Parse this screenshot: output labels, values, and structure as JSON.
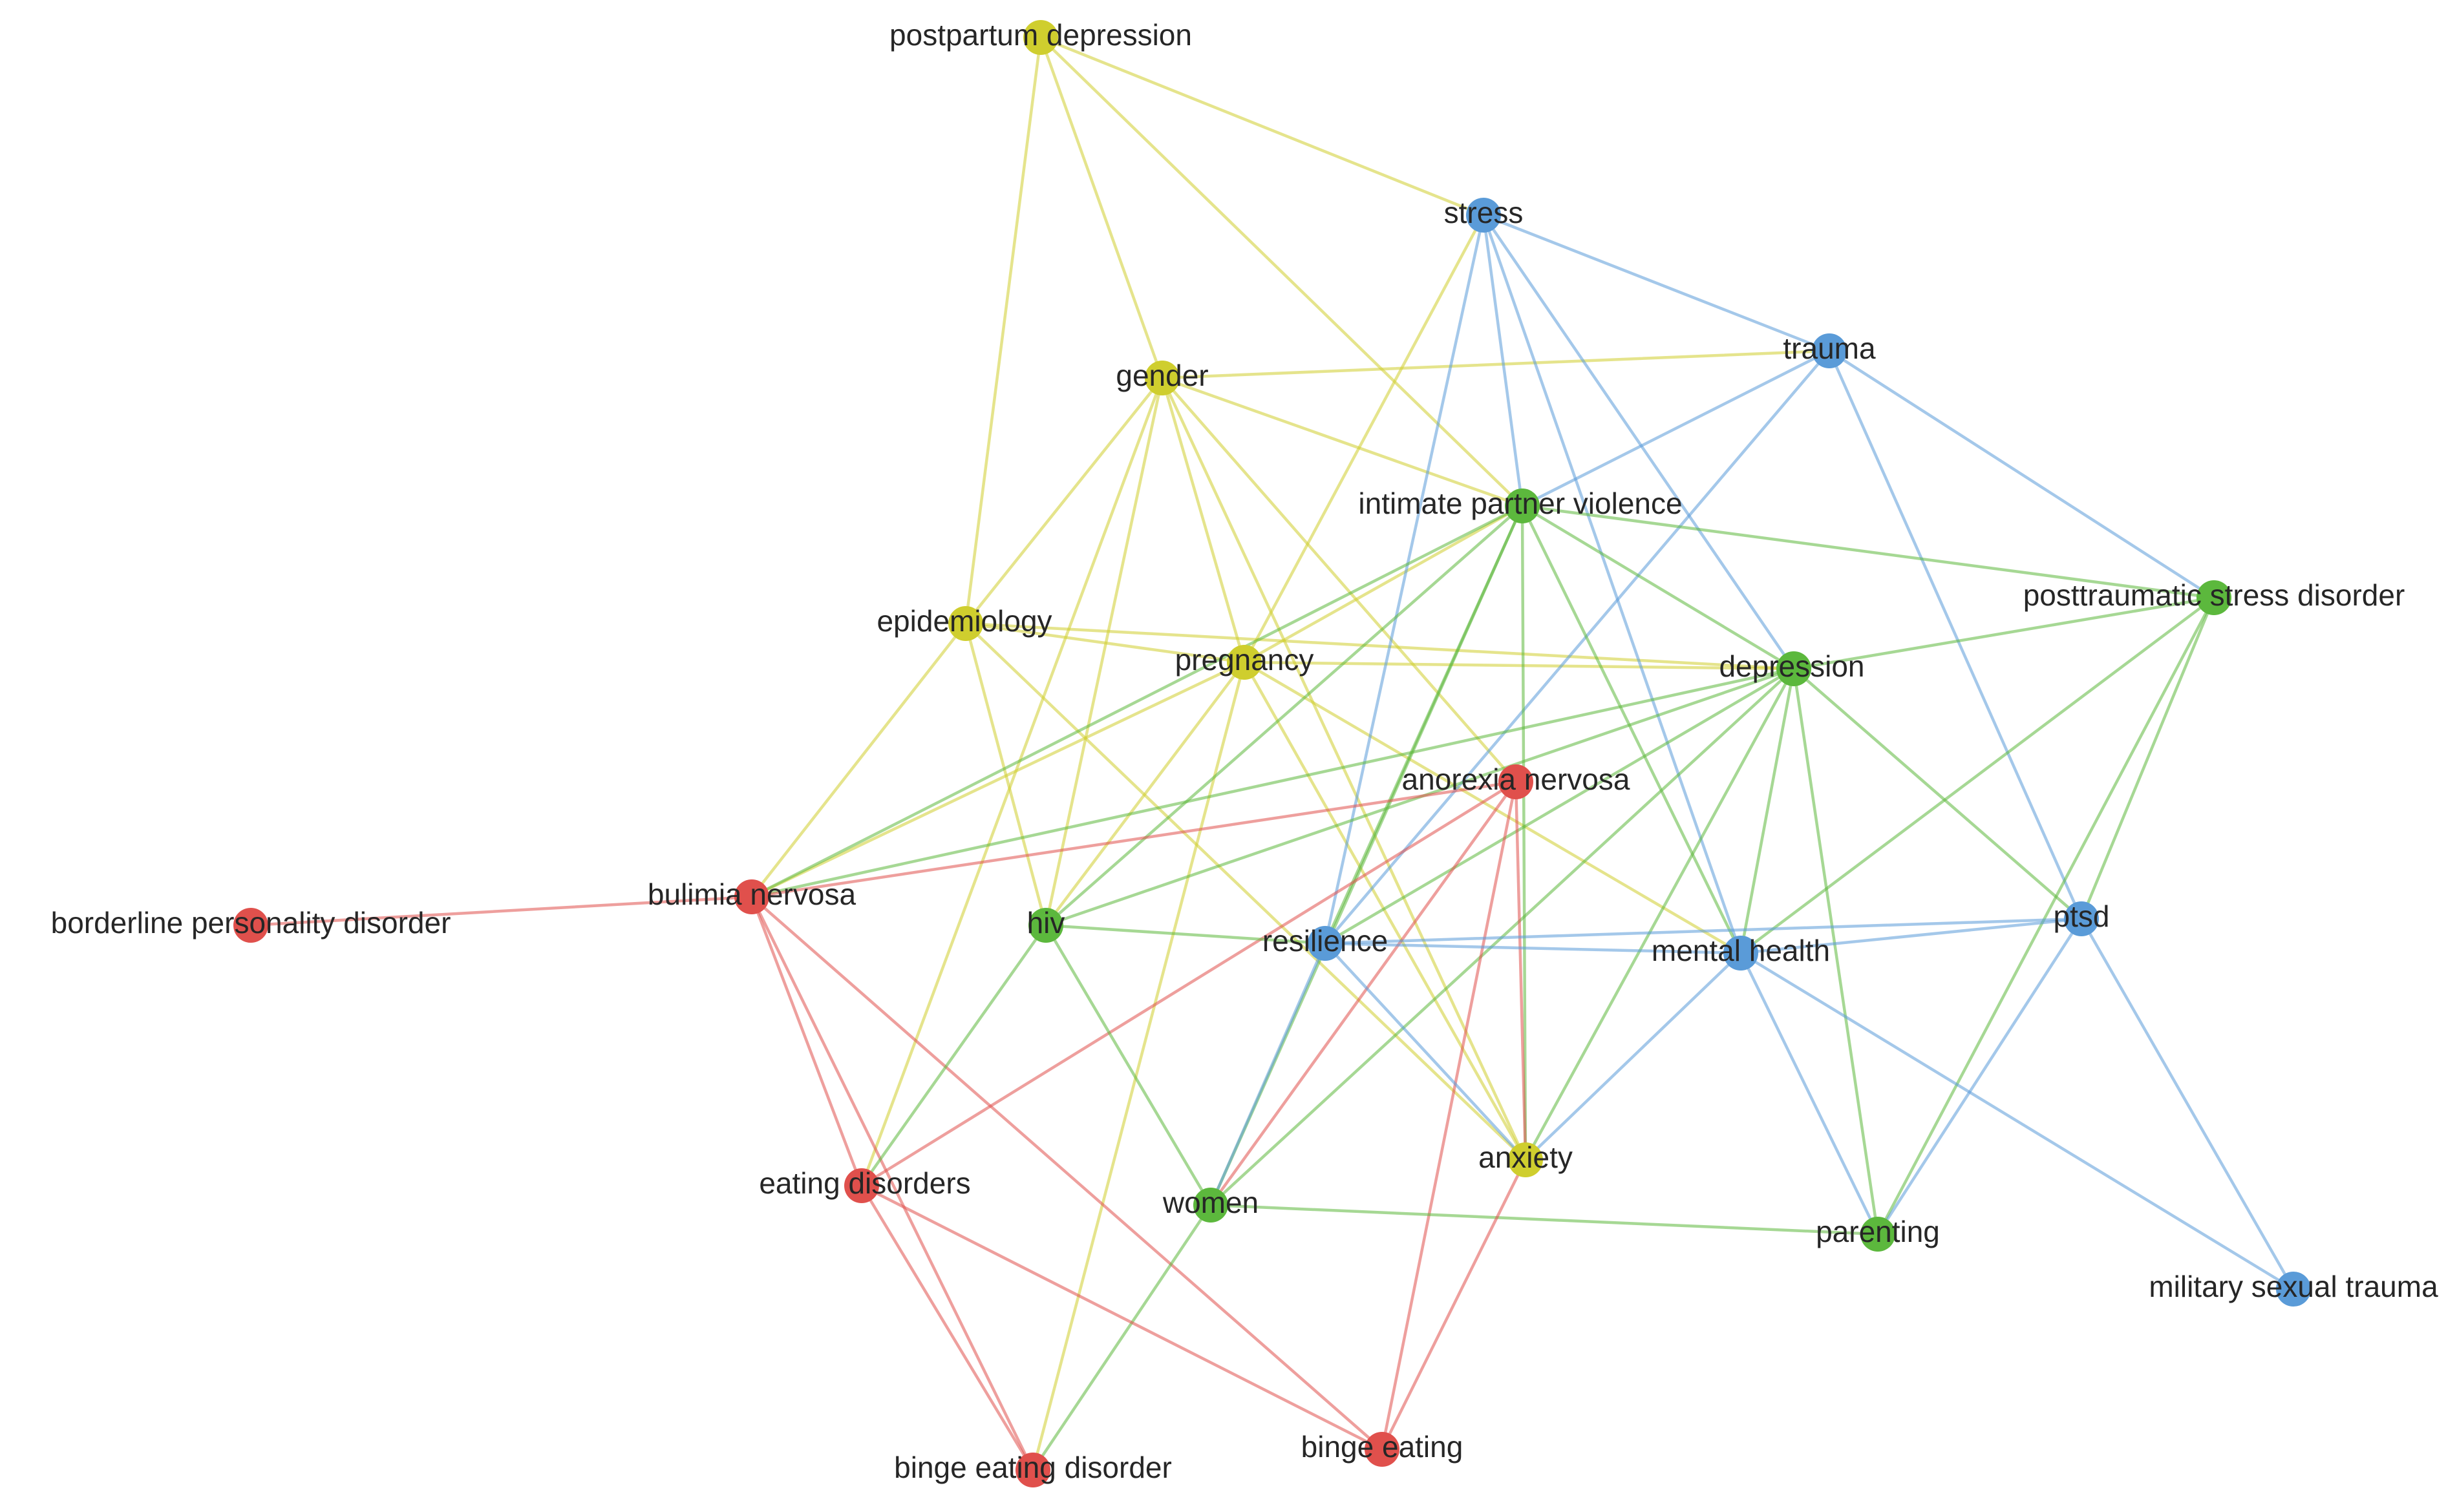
{
  "network": {
    "clusters": {
      "red": "#e0504c",
      "green": "#5cb83d",
      "blue": "#5a9bd8",
      "yellow": "#cfce2e"
    },
    "nodes": [
      {
        "id": "postpartum-depression",
        "label": "postpartum depression",
        "cluster": "yellow"
      },
      {
        "id": "gender",
        "label": "gender",
        "cluster": "yellow"
      },
      {
        "id": "epidemiology",
        "label": "epidemiology",
        "cluster": "yellow"
      },
      {
        "id": "pregnancy",
        "label": "pregnancy",
        "cluster": "yellow"
      },
      {
        "id": "anxiety",
        "label": "anxiety",
        "cluster": "yellow"
      },
      {
        "id": "stress",
        "label": "stress",
        "cluster": "blue"
      },
      {
        "id": "trauma",
        "label": "trauma",
        "cluster": "blue"
      },
      {
        "id": "resilience",
        "label": "resilience",
        "cluster": "blue"
      },
      {
        "id": "mental-health",
        "label": "mental health",
        "cluster": "blue"
      },
      {
        "id": "ptsd",
        "label": "ptsd",
        "cluster": "blue"
      },
      {
        "id": "military-sexual-trauma",
        "label": "military sexual trauma",
        "cluster": "blue"
      },
      {
        "id": "intimate-partner-violence",
        "label": "intimate partner violence",
        "cluster": "green"
      },
      {
        "id": "posttraumatic-stress-disorder",
        "label": "posttraumatic stress disorder",
        "cluster": "green"
      },
      {
        "id": "depression",
        "label": "depression",
        "cluster": "green"
      },
      {
        "id": "hiv",
        "label": "hiv",
        "cluster": "green"
      },
      {
        "id": "women",
        "label": "women",
        "cluster": "green"
      },
      {
        "id": "parenting",
        "label": "parenting",
        "cluster": "green"
      },
      {
        "id": "anorexia-nervosa",
        "label": "anorexia nervosa",
        "cluster": "red"
      },
      {
        "id": "bulimia-nervosa",
        "label": "bulimia nervosa",
        "cluster": "red"
      },
      {
        "id": "borderline-personality-disorder",
        "label": "borderline personality disorder",
        "cluster": "red"
      },
      {
        "id": "eating-disorders",
        "label": "eating disorders",
        "cluster": "red"
      },
      {
        "id": "binge-eating-disorder",
        "label": "binge eating disorder",
        "cluster": "red"
      },
      {
        "id": "binge-eating",
        "label": "binge eating",
        "cluster": "red"
      }
    ],
    "edges": [
      [
        "postpartum-depression",
        "stress"
      ],
      [
        "postpartum-depression",
        "gender"
      ],
      [
        "postpartum-depression",
        "epidemiology"
      ],
      [
        "postpartum-depression",
        "intimate-partner-violence"
      ],
      [
        "gender",
        "trauma"
      ],
      [
        "gender",
        "intimate-partner-violence"
      ],
      [
        "gender",
        "epidemiology"
      ],
      [
        "gender",
        "pregnancy"
      ],
      [
        "gender",
        "anorexia-nervosa"
      ],
      [
        "gender",
        "anxiety"
      ],
      [
        "gender",
        "eating-disorders"
      ],
      [
        "gender",
        "hiv"
      ],
      [
        "epidemiology",
        "pregnancy"
      ],
      [
        "epidemiology",
        "depression"
      ],
      [
        "epidemiology",
        "bulimia-nervosa"
      ],
      [
        "epidemiology",
        "hiv"
      ],
      [
        "epidemiology",
        "anxiety"
      ],
      [
        "pregnancy",
        "depression"
      ],
      [
        "pregnancy",
        "anxiety"
      ],
      [
        "pregnancy",
        "binge-eating-disorder"
      ],
      [
        "pregnancy",
        "bulimia-nervosa"
      ],
      [
        "pregnancy",
        "mental-health"
      ],
      [
        "pregnancy",
        "hiv"
      ],
      [
        "pregnancy",
        "intimate-partner-violence"
      ],
      [
        "pregnancy",
        "stress"
      ],
      [
        "stress",
        "trauma"
      ],
      [
        "stress",
        "intimate-partner-violence"
      ],
      [
        "stress",
        "depression"
      ],
      [
        "stress",
        "resilience"
      ],
      [
        "stress",
        "mental-health"
      ],
      [
        "trauma",
        "intimate-partner-violence"
      ],
      [
        "trauma",
        "ptsd"
      ],
      [
        "trauma",
        "posttraumatic-stress-disorder"
      ],
      [
        "trauma",
        "resilience"
      ],
      [
        "intimate-partner-violence",
        "posttraumatic-stress-disorder"
      ],
      [
        "intimate-partner-violence",
        "depression"
      ],
      [
        "intimate-partner-violence",
        "mental-health"
      ],
      [
        "intimate-partner-violence",
        "bulimia-nervosa"
      ],
      [
        "intimate-partner-violence",
        "anxiety"
      ],
      [
        "intimate-partner-violence",
        "women"
      ],
      [
        "intimate-partner-violence",
        "resilience"
      ],
      [
        "intimate-partner-violence",
        "hiv"
      ],
      [
        "posttraumatic-stress-disorder",
        "depression"
      ],
      [
        "posttraumatic-stress-disorder",
        "mental-health"
      ],
      [
        "posttraumatic-stress-disorder",
        "parenting"
      ],
      [
        "posttraumatic-stress-disorder",
        "ptsd"
      ],
      [
        "depression",
        "mental-health"
      ],
      [
        "depression",
        "parenting"
      ],
      [
        "depression",
        "anxiety"
      ],
      [
        "depression",
        "hiv"
      ],
      [
        "depression",
        "women"
      ],
      [
        "depression",
        "resilience"
      ],
      [
        "depression",
        "ptsd"
      ],
      [
        "depression",
        "bulimia-nervosa"
      ],
      [
        "anorexia-nervosa",
        "bulimia-nervosa"
      ],
      [
        "anorexia-nervosa",
        "eating-disorders"
      ],
      [
        "anorexia-nervosa",
        "binge-eating"
      ],
      [
        "anorexia-nervosa",
        "women"
      ],
      [
        "anorexia-nervosa",
        "anxiety"
      ],
      [
        "bulimia-nervosa",
        "borderline-personality-disorder"
      ],
      [
        "bulimia-nervosa",
        "eating-disorders"
      ],
      [
        "bulimia-nervosa",
        "binge-eating-disorder"
      ],
      [
        "bulimia-nervosa",
        "binge-eating"
      ],
      [
        "hiv",
        "resilience"
      ],
      [
        "hiv",
        "women"
      ],
      [
        "hiv",
        "eating-disorders"
      ],
      [
        "resilience",
        "mental-health"
      ],
      [
        "resilience",
        "ptsd"
      ],
      [
        "resilience",
        "women"
      ],
      [
        "resilience",
        "anxiety"
      ],
      [
        "mental-health",
        "ptsd"
      ],
      [
        "mental-health",
        "military-sexual-trauma"
      ],
      [
        "mental-health",
        "parenting"
      ],
      [
        "mental-health",
        "anxiety"
      ],
      [
        "ptsd",
        "military-sexual-trauma"
      ],
      [
        "ptsd",
        "parenting"
      ],
      [
        "women",
        "parenting"
      ],
      [
        "women",
        "binge-eating-disorder"
      ],
      [
        "eating-disorders",
        "binge-eating-disorder"
      ],
      [
        "eating-disorders",
        "binge-eating"
      ],
      [
        "binge-eating",
        "anxiety"
      ]
    ]
  }
}
